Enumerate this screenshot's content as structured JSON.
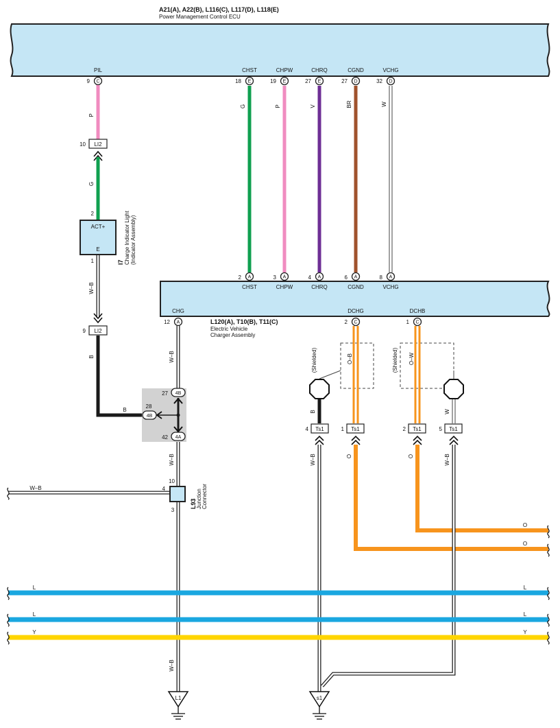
{
  "ecu": {
    "ids": "A21(A), A22(B), L116(C), L117(D), L118(E)",
    "name": "Power Management Control ECU",
    "pins": [
      {
        "label": "PIL",
        "num": "9",
        "letter": "C",
        "color": "P"
      },
      {
        "label": "CHST",
        "num": "18",
        "letter": "E",
        "color": "G"
      },
      {
        "label": "CHPW",
        "num": "19",
        "letter": "E",
        "color": "P"
      },
      {
        "label": "CHRQ",
        "num": "27",
        "letter": "E",
        "color": "V"
      },
      {
        "label": "CGND",
        "num": "27",
        "letter": "D",
        "color": "BR"
      },
      {
        "label": "VCHG",
        "num": "32",
        "letter": "D",
        "color": "W"
      }
    ]
  },
  "indicator": {
    "id": "I7",
    "name": "Charge Indicator Light",
    "sub": "(Indicator Assembly)",
    "pin_top_label": "ACT+",
    "pin_top_num": "2",
    "pin_bottom_label": "E",
    "pin_bottom_num": "1",
    "wire_top_color": "G",
    "wire_bottom_color": "W–B"
  },
  "li2_top": {
    "name": "LI2",
    "num": "10"
  },
  "li2_bottom": {
    "name": "LI2",
    "num": "9",
    "wire": "B"
  },
  "charger": {
    "ids": "L120(A), T10(B), T11(C)",
    "name": "Electric Vehicle",
    "name2": "Charger Assembly",
    "top_pins": [
      {
        "label": "CHST",
        "num": "2",
        "letter": "A"
      },
      {
        "label": "CHPW",
        "num": "3",
        "letter": "A"
      },
      {
        "label": "CHRQ",
        "num": "4",
        "letter": "A"
      },
      {
        "label": "CGND",
        "num": "6",
        "letter": "A"
      },
      {
        "label": "VCHG",
        "num": "8",
        "letter": "A"
      }
    ],
    "bottom_pins": [
      {
        "label": "CHG",
        "num": "12",
        "letter": "A",
        "wire": "W–B"
      },
      {
        "label": "DCHG",
        "num": "2",
        "letter": "C",
        "wire": "O–B"
      },
      {
        "label": "DCHB",
        "num": "1",
        "letter": "C",
        "wire": "O–W"
      }
    ]
  },
  "junction4": {
    "top_num": "27",
    "top_label": "4B",
    "mid_num": "28",
    "mid_label": "4B",
    "mid_wire": "B",
    "bot_num": "42",
    "bot_label": "4A",
    "bot_wire": "W–B"
  },
  "l93": {
    "id": "L93",
    "name": "Junction",
    "name2": "Connector",
    "pin_top": "10",
    "pin_left": "4",
    "pin_bottom": "3",
    "left_wire": "W–B"
  },
  "shield": {
    "label": "(Shielded)",
    "ts1_pins": [
      {
        "num": "4",
        "name": "Ts1",
        "wire_up": "B",
        "wire_down": "W–B"
      },
      {
        "num": "1",
        "name": "Ts1",
        "wire_down": "O"
      },
      {
        "num": "2",
        "name": "Ts1",
        "wire_down": "O"
      },
      {
        "num": "5",
        "name": "Ts1",
        "wire_up": "W",
        "wire_down": "W–B"
      }
    ]
  },
  "buses": [
    {
      "label": "L",
      "color": "#1aa7e0"
    },
    {
      "label": "L",
      "color": "#1aa7e0"
    },
    {
      "label": "Y",
      "color": "#ffd500"
    }
  ],
  "orange_out": {
    "label": "O"
  },
  "grounds": [
    {
      "name": "L1",
      "wire": "W–B"
    },
    {
      "name": "s1"
    }
  ],
  "colors": {
    "pink": "#f08cc0",
    "green": "#10a050",
    "violet": "#6e2f95",
    "brown": "#a0522d",
    "orange": "#f7941d",
    "black": "#1a1a1a",
    "blue": "#1aa7e0",
    "yellow": "#ffd500",
    "box": "#c5e6f5"
  }
}
